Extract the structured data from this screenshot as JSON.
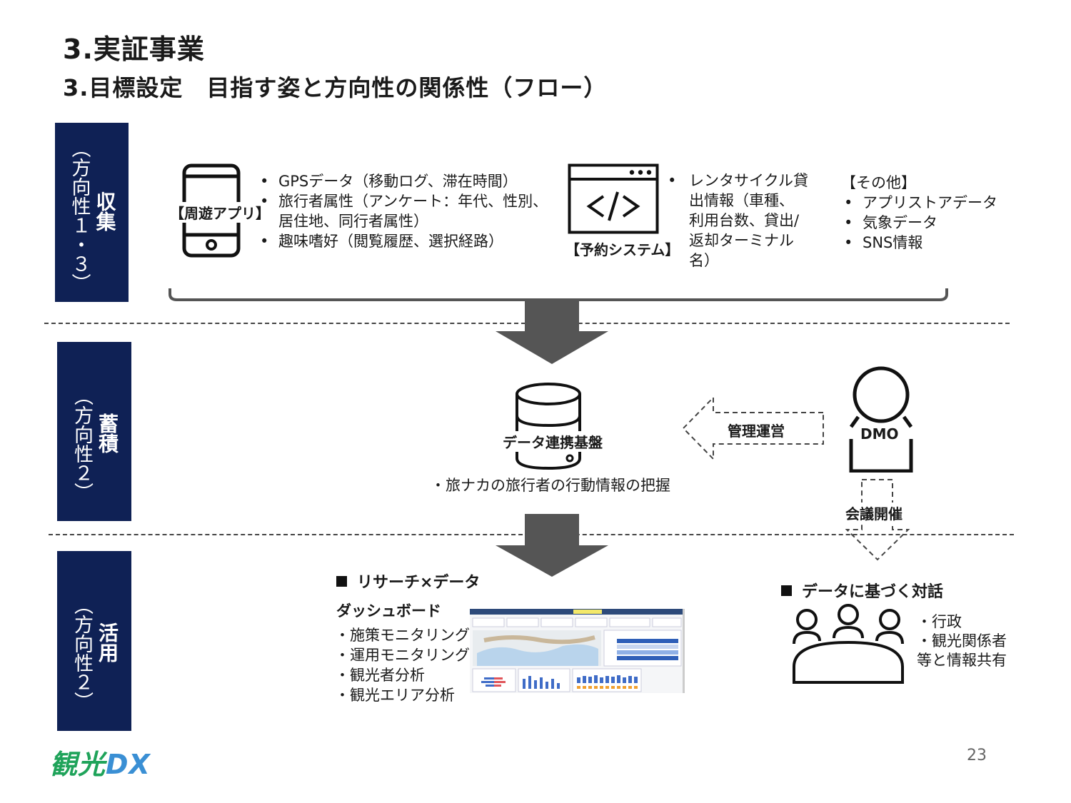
{
  "header": {
    "title": "3.実証事業",
    "subtitle": "3.目標設定　目指す姿と方向性の関係性（フロー）"
  },
  "rows": {
    "collect": {
      "label": "収集",
      "direction": "（方向性１・３）"
    },
    "accumulate": {
      "label": "蓄積",
      "direction": "（方向性２）"
    },
    "utilize": {
      "label": "活用",
      "direction": "（方向性２）"
    }
  },
  "collect": {
    "app_label": "【周遊アプリ】",
    "app_items": [
      "GPSデータ（移動ログ、滞在時間）",
      "旅行者属性（アンケート：年代、性別、",
      "趣味嗜好（閲覧履歴、選択経路）"
    ],
    "app_item2_cont": "居住地、同行者属性）",
    "reservation_label": "【予約システム】",
    "reservation_lines": [
      "レンタサイクル貸",
      "出情報（車種、",
      "利用台数、貸出/",
      "返却ターミナル",
      "名）"
    ],
    "other_title": "【その他】",
    "other_items": [
      "アプリストアデータ",
      "気象データ",
      "SNS情報"
    ]
  },
  "accumulate": {
    "platform_label": "データ連携基盤",
    "caption": "・旅ナカの旅行者の行動情報の把握",
    "management_label": "管理運営",
    "dmo_label": "DMO",
    "meeting_label": "会議開催"
  },
  "utilize": {
    "research_title": "リサーチ×データ",
    "dashboard_title": "ダッシュボード",
    "dashboard_items": [
      "・施策モニタリング",
      "・運用モニタリング",
      "・観光者分析",
      "・観光エリア分析"
    ],
    "dialogue_title": "データに基づく対話",
    "dialogue_lines": [
      "・行政",
      "・観光関係者",
      "等と情報共有"
    ]
  },
  "footer": {
    "logo_main": "観光",
    "logo_dx": "DX",
    "page": "23"
  },
  "icons": [
    "smartphone-icon",
    "code-window-icon",
    "database-icon",
    "person-icon",
    "meeting-table-icon",
    "dashboard-screenshot"
  ],
  "colors": {
    "navy": "#0f2155",
    "arrow": "#555555",
    "logo_green": "#1fa35a",
    "logo_blue": "#3a8fd4"
  }
}
